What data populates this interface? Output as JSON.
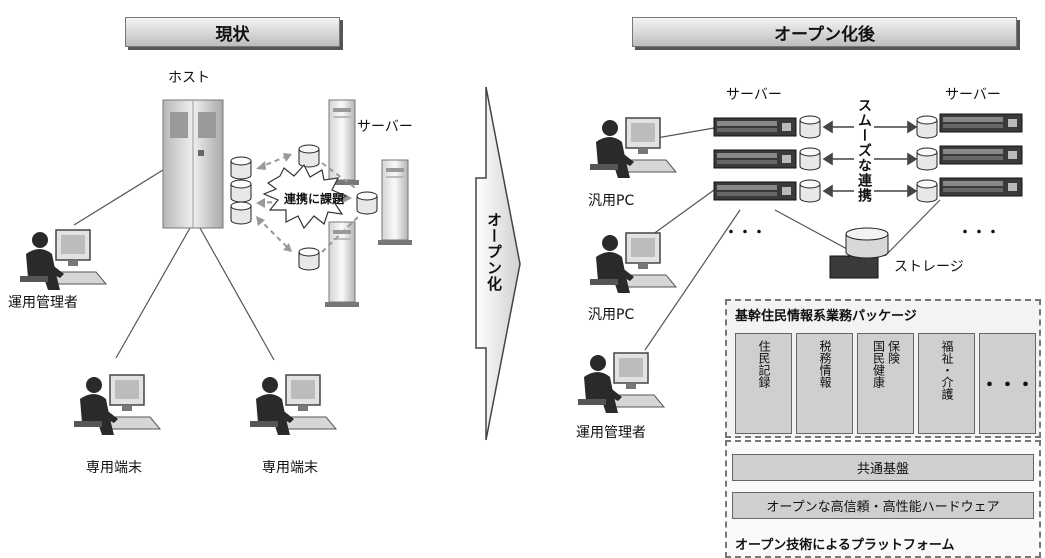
{
  "left_panel": {
    "title": "現状",
    "host_label": "ホスト",
    "server_label": "サーバー",
    "burst_label": "連携に課題",
    "operator_label": "運用管理者",
    "terminal_label_1": "専用端末",
    "terminal_label_2": "専用端末"
  },
  "transition": {
    "label": "オープン化"
  },
  "right_panel": {
    "title": "オープン化後",
    "server_label_left": "サーバー",
    "server_label_right": "サーバー",
    "smooth_label": "スムーズな連携",
    "storage_label": "ストレージ",
    "ellipsis_left": "・・・",
    "ellipsis_right": "・・・",
    "pc_label_1": "汎用PC",
    "pc_label_2": "汎用PC",
    "operator_label": "運用管理者",
    "package": {
      "title": "基幹住民情報系業務パッケージ",
      "modules": [
        {
          "lines": [
            "住民記録"
          ]
        },
        {
          "lines": [
            "税務情報"
          ]
        },
        {
          "lines": [
            "国民健康",
            "保険"
          ]
        },
        {
          "lines": [
            "福祉・介護"
          ]
        }
      ],
      "more": "・・・"
    },
    "platform": {
      "common_base": "共通基盤",
      "hardware": "オープンな高信頼・高性能ハードウェア",
      "title": "オープン技術によるプラットフォーム"
    }
  },
  "colors": {
    "title_bg": "#cfcfcf",
    "module_bg": "#cfcfcf",
    "dashed_arrow": "#999999",
    "line": "#555555"
  }
}
